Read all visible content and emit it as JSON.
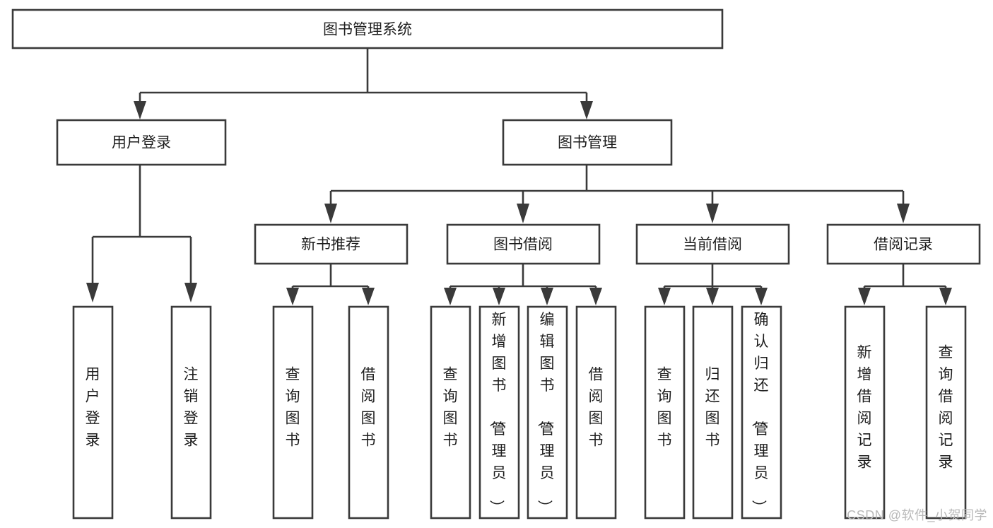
{
  "diagram": {
    "type": "tree",
    "title": "图书管理系统",
    "watermark": "CSDN @软件_小贺同学",
    "root": {
      "label": "图书管理系统"
    },
    "level2": [
      {
        "label": "用户登录"
      },
      {
        "label": "图书管理"
      }
    ],
    "level3": [
      {
        "label": "新书推荐"
      },
      {
        "label": "图书借阅"
      },
      {
        "label": "当前借阅"
      },
      {
        "label": "借阅记录"
      }
    ],
    "leaves": {
      "user_login": [
        {
          "label": "用户登录"
        },
        {
          "label": "注销登录"
        }
      ],
      "new_book_recommend": [
        {
          "label": "查询图书"
        },
        {
          "label": "借阅图书"
        }
      ],
      "book_borrow": [
        {
          "label": "查询图书"
        },
        {
          "label": "新增图书（管理员）"
        },
        {
          "label": "编辑图书（管理员）"
        },
        {
          "label": "借阅图书"
        }
      ],
      "current_borrow": [
        {
          "label": "查询图书"
        },
        {
          "label": "归还图书"
        },
        {
          "label": "确认归还（管理员）"
        }
      ],
      "borrow_records": [
        {
          "label": "新增借阅记录"
        },
        {
          "label": "查询借阅记录"
        }
      ]
    },
    "colors": {
      "box_fill": "#ffffff",
      "box_stroke": "#3a3a3a",
      "text": "#1d1d1d",
      "watermark": "#b9b9b9",
      "background": "#ffffff"
    }
  }
}
